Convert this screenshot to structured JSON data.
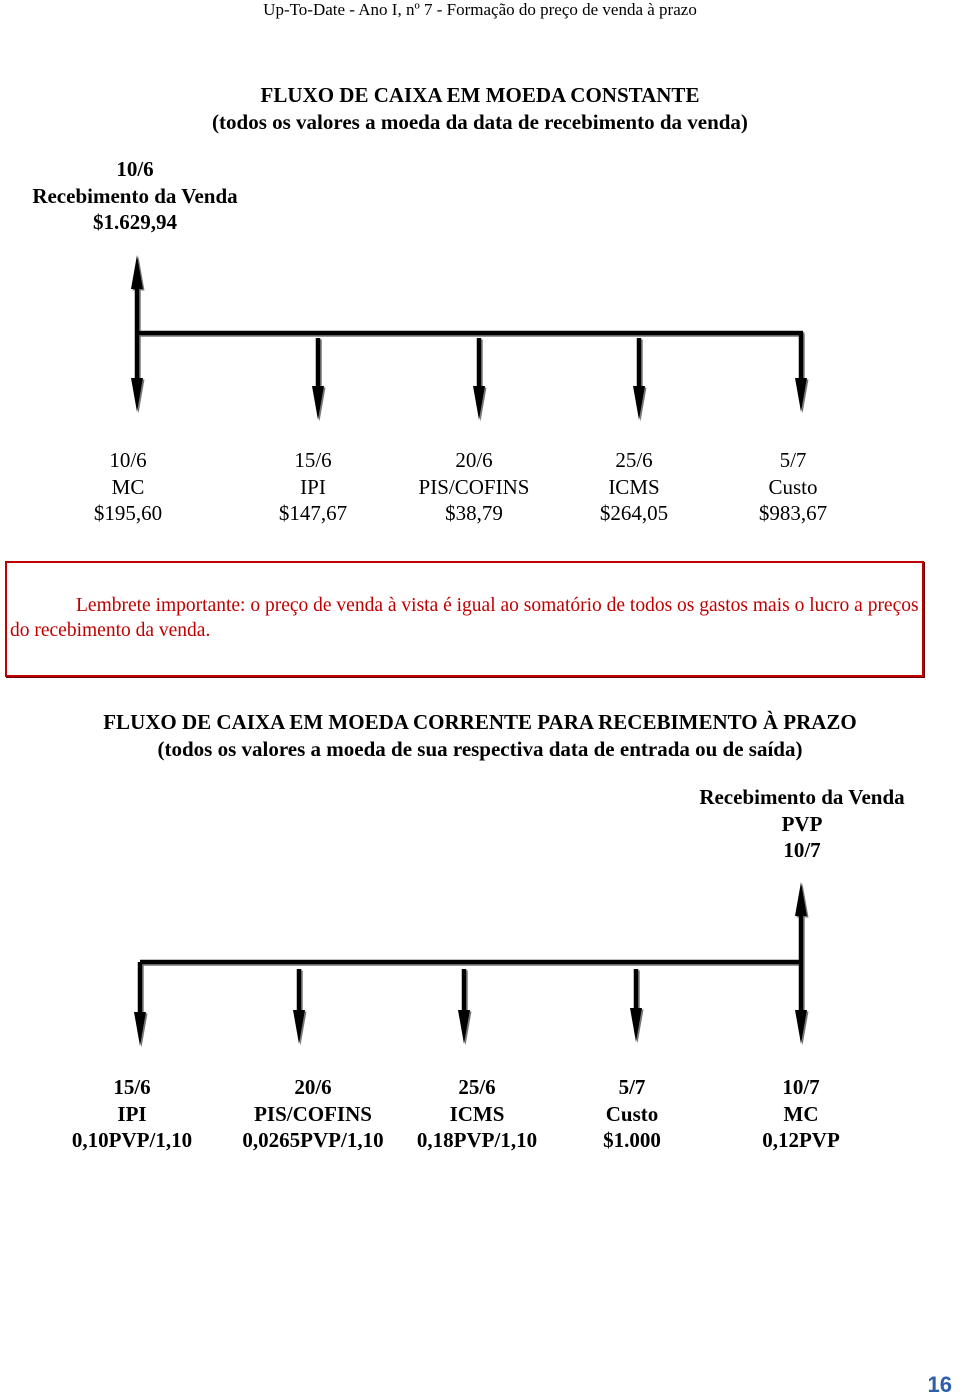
{
  "header": "Up-To-Date - Ano I, nº 7 - Formação do preço de venda à prazo",
  "section1": {
    "title_line1": "FLUXO DE CAIXA EM MOEDA CONSTANTE",
    "title_line2": "(todos os valores a moeda da data de recebimento da venda)",
    "receipt": {
      "date": "10/6",
      "label": "Recebimento da Venda",
      "value": "$1.629,94"
    },
    "outflows": [
      {
        "date": "10/6",
        "label": "MC",
        "value": "$195,60"
      },
      {
        "date": "15/6",
        "label": "IPI",
        "value": "$147,67"
      },
      {
        "date": "20/6",
        "label": "PIS/COFINS",
        "value": "$38,79"
      },
      {
        "date": "25/6",
        "label": "ICMS",
        "value": "$264,05"
      },
      {
        "date": "5/7",
        "label": "Custo",
        "value": "$983,67"
      }
    ]
  },
  "note": "Lembrete importante: o preço de venda à vista é igual ao somatório de todos os gastos mais o lucro a preços do recebimento da venda.",
  "section2": {
    "title_line1": "FLUXO DE CAIXA EM MOEDA CORRENTE PARA RECEBIMENTO À PRAZO",
    "title_line2": "(todos os valores a moeda de sua respectiva data de entrada ou de saída)",
    "receipt": {
      "label": "Recebimento da Venda",
      "value": "PVP",
      "date": "10/7"
    },
    "outflows": [
      {
        "date": "15/6",
        "label": "IPI",
        "value": "0,10PVP/1,10"
      },
      {
        "date": "20/6",
        "label": "PIS/COFINS",
        "value": "0,0265PVP/1,10"
      },
      {
        "date": "25/6",
        "label": "ICMS",
        "value": "0,18PVP/1,10"
      },
      {
        "date": "5/7",
        "label": "Custo",
        "value": "$1.000"
      },
      {
        "date": "10/7",
        "label": "MC",
        "value": "0,12PVP"
      }
    ]
  },
  "page_number": "16"
}
